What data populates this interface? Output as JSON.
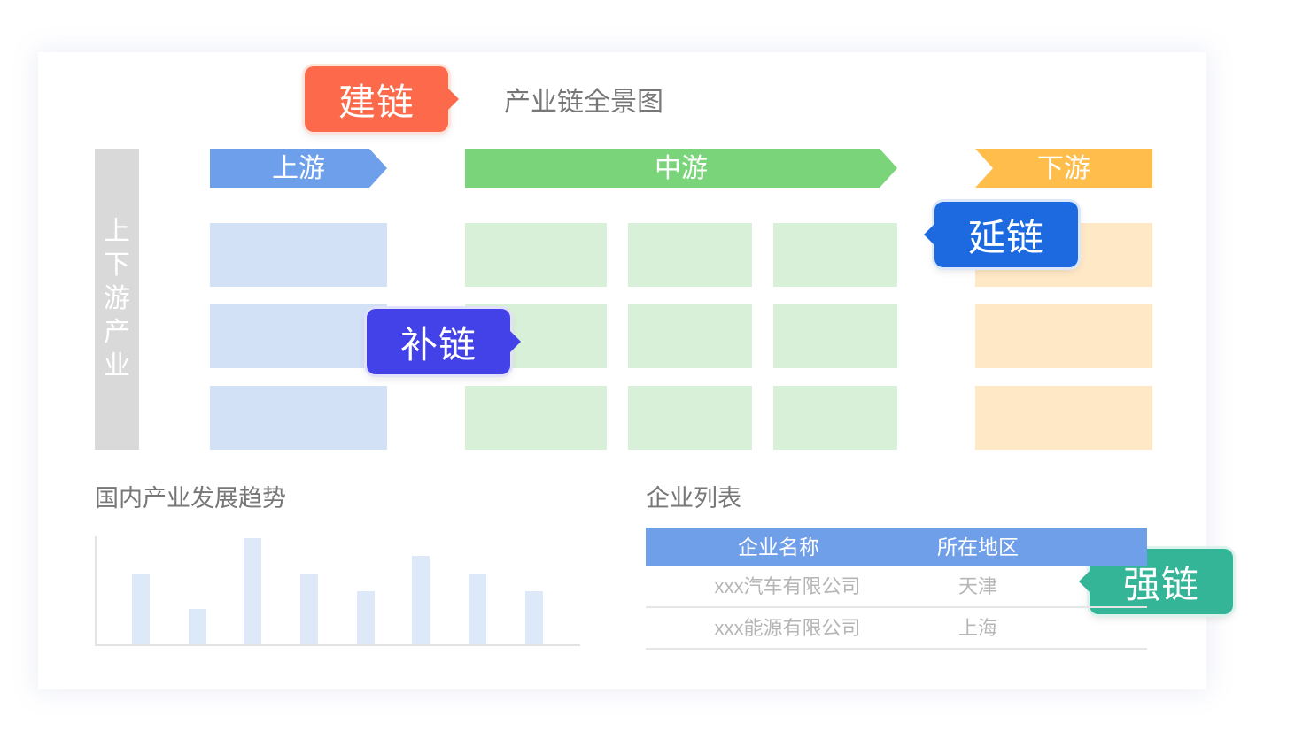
{
  "diagram": {
    "title": "产业链全景图",
    "sidebar_label": "上下游产业",
    "stages": {
      "upstream": "上游",
      "midstream": "中游",
      "downstream": "下游"
    },
    "tags": {
      "build": "建链",
      "extend": "延链",
      "supplement": "补链",
      "strengthen": "强链"
    }
  },
  "trend": {
    "title": "国内产业发展趋势",
    "chart_data": {
      "type": "bar",
      "values": [
        4,
        2,
        6,
        4,
        3,
        5,
        4,
        3
      ],
      "ylim": [
        0,
        6
      ],
      "xlabel": "",
      "ylabel": "",
      "grid": false
    }
  },
  "companies": {
    "title": "企业列表",
    "columns": [
      "企业名称",
      "所在地区"
    ],
    "rows": [
      [
        "xxx汽车有限公司",
        "天津"
      ],
      [
        "xxx能源有限公司",
        "上海"
      ]
    ]
  },
  "colors": {
    "upstream": "#6d9fea",
    "midstream": "#79d47a",
    "downstream": "#ffbd4b",
    "build_tag": "#fd6a4b",
    "extend_tag": "#1d6ae0",
    "supplement_tag": "#4242e8",
    "strengthen_tag": "#34b597"
  }
}
